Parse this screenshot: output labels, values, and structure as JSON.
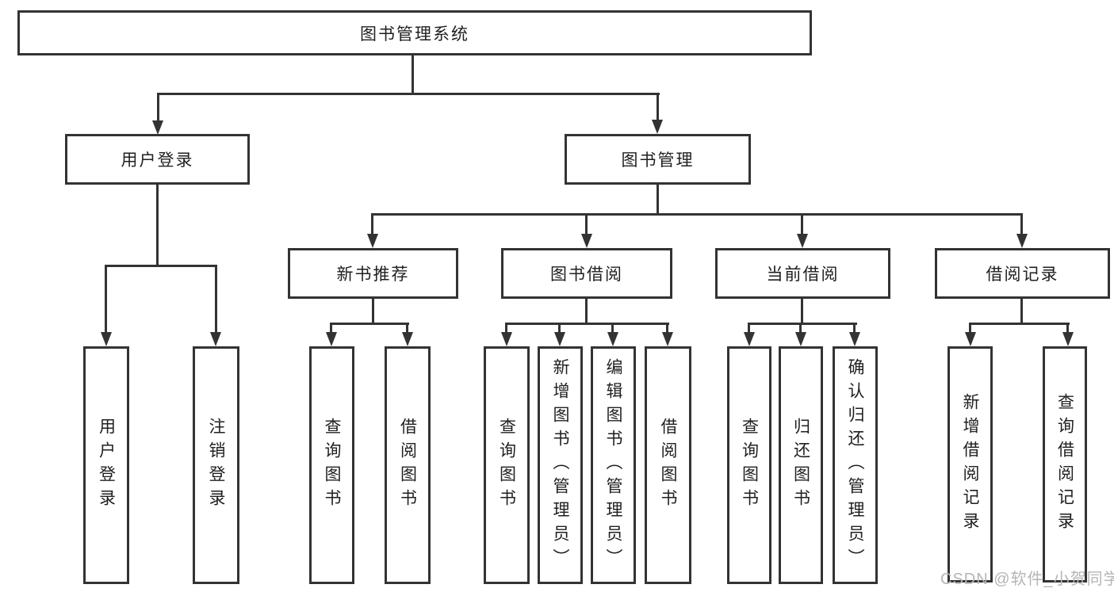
{
  "diagram": {
    "root": {
      "label": "图书管理系统"
    },
    "level1": [
      {
        "label": "用户登录"
      },
      {
        "label": "图书管理"
      }
    ],
    "level2": [
      {
        "label": "新书推荐"
      },
      {
        "label": "图书借阅"
      },
      {
        "label": "当前借阅"
      },
      {
        "label": "借阅记录"
      }
    ],
    "leaves": {
      "login": [
        {
          "label": "用户登录"
        },
        {
          "label": "注销登录"
        }
      ],
      "recommend": [
        {
          "label": "查询图书"
        },
        {
          "label": "借阅图书"
        }
      ],
      "borrow": [
        {
          "label": "查询图书"
        },
        {
          "label": "新增图书（管理员）"
        },
        {
          "label": "编辑图书（管理员）"
        },
        {
          "label": "借阅图书"
        }
      ],
      "current": [
        {
          "label": "查询图书"
        },
        {
          "label": "归还图书"
        },
        {
          "label": "确认归还（管理员）"
        }
      ],
      "records": [
        {
          "label": "新增借阅记录"
        },
        {
          "label": "查询借阅记录"
        }
      ]
    }
  },
  "watermark": {
    "text": "CSDN @软件_小贺同学"
  },
  "colors": {
    "line": "#333333",
    "text": "#1f1f1f",
    "bg": "#ffffff",
    "watermark": "#b5b5b5"
  }
}
